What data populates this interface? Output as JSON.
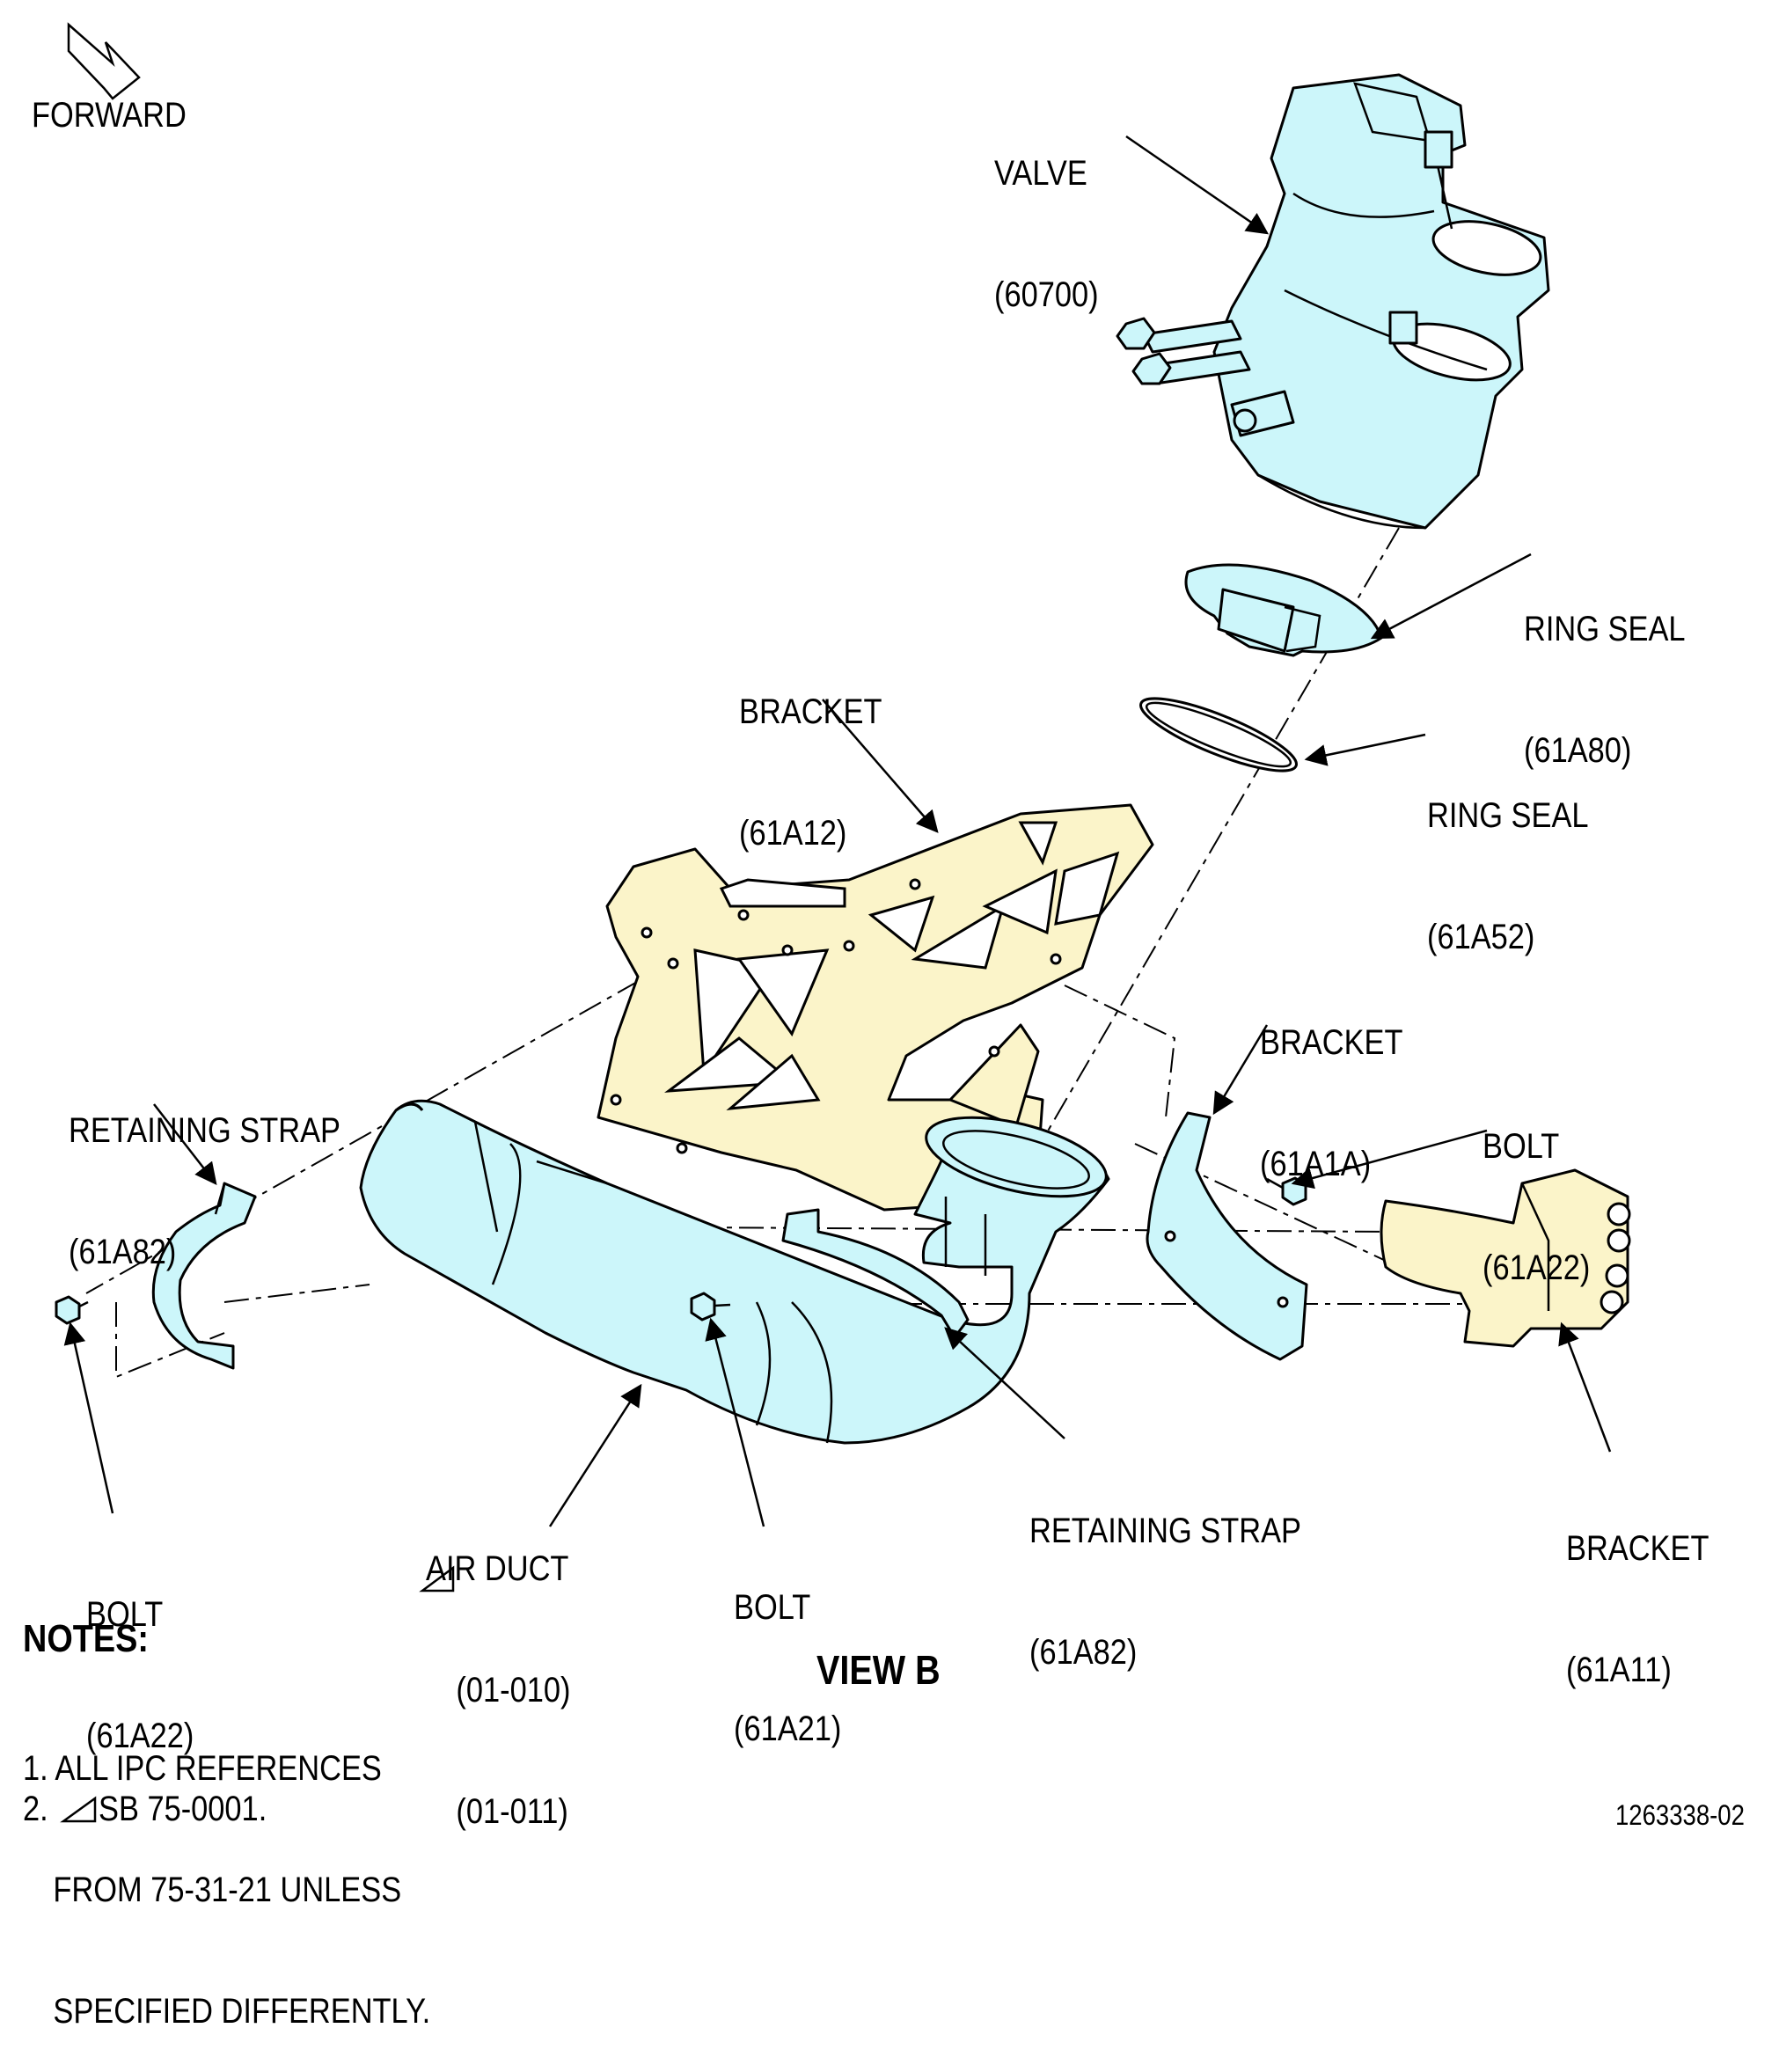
{
  "forward": "FORWARD",
  "callouts": {
    "valve": {
      "name": "VALVE",
      "ref": "(60700)"
    },
    "ring_seal_80": {
      "name": "RING SEAL",
      "ref": "(61A80)"
    },
    "ring_seal_52": {
      "name": "RING SEAL",
      "ref": "(61A52)"
    },
    "bracket_12": {
      "name": "BRACKET",
      "ref": "(61A12)"
    },
    "bracket_1a": {
      "name": "BRACKET",
      "ref": "(61A1A)"
    },
    "bolt_22_right": {
      "name": "BOLT",
      "ref": "(61A22)"
    },
    "strap_left": {
      "name": "RETAINING STRAP",
      "ref": "(61A82)"
    },
    "bolt_22_left": {
      "name": "BOLT",
      "ref": "(61A22)"
    },
    "air_duct": {
      "name": "AIR DUCT",
      "ref1": "(01-010)",
      "ref2": "(01-011)"
    },
    "bolt_21": {
      "name": "BOLT",
      "ref": "(61A21)"
    },
    "strap_center": {
      "name": "RETAINING STRAP",
      "ref": "(61A82)"
    },
    "bracket_11": {
      "name": "BRACKET",
      "ref": "(61A11)"
    }
  },
  "notes": {
    "title": "NOTES:",
    "n1_l1": "1. ALL IPC REFERENCES",
    "n1_l2": "FROM 75-31-21 UNLESS",
    "n1_l3": "SPECIFIED DIFFERENTLY.",
    "n2_num": "2.",
    "n2_text": "SB 75-0001."
  },
  "view": "VIEW B",
  "figure_id": "1263338-02",
  "colors": {
    "cyan": "#ccf6fa",
    "yellow": "#fbf4c9",
    "line": "#000000"
  }
}
